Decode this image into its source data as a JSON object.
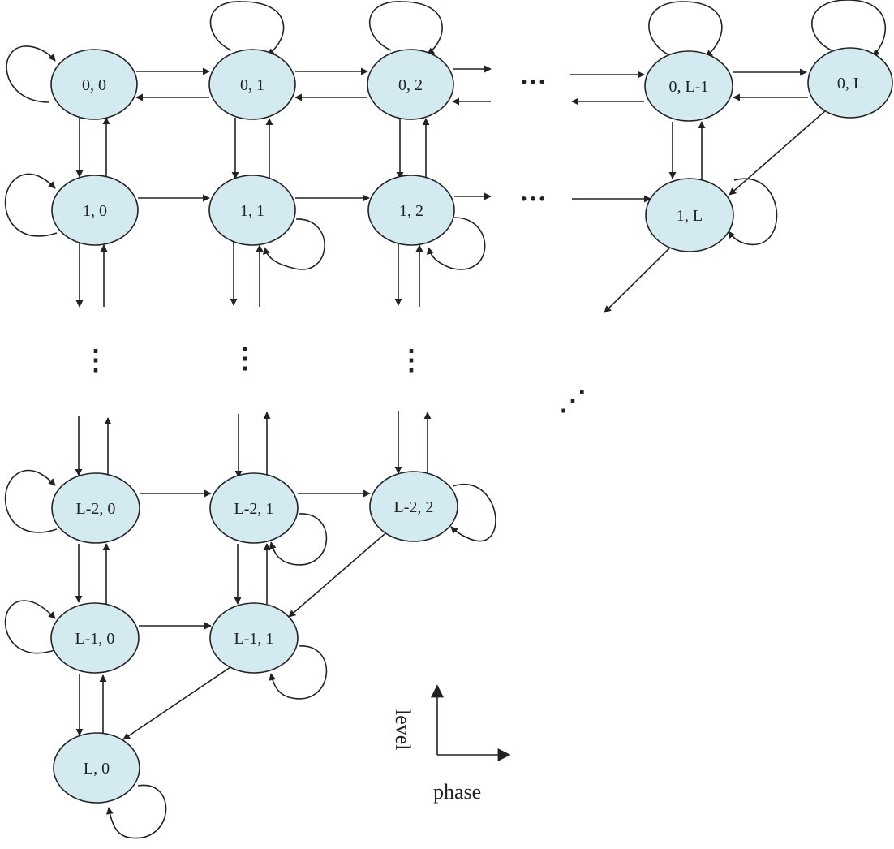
{
  "nodes": [
    {
      "id": "n00",
      "label": "0, 0"
    },
    {
      "id": "n01",
      "label": "0, 1"
    },
    {
      "id": "n02",
      "label": "0, 2"
    },
    {
      "id": "n0L1",
      "label": "0, L-1"
    },
    {
      "id": "n0L",
      "label": "0, L"
    },
    {
      "id": "n10",
      "label": "1, 0"
    },
    {
      "id": "n11",
      "label": "1, 1"
    },
    {
      "id": "n12",
      "label": "1, 2"
    },
    {
      "id": "n1L",
      "label": "1, L"
    },
    {
      "id": "nL20",
      "label": "L-2, 0"
    },
    {
      "id": "nL21",
      "label": "L-2, 1"
    },
    {
      "id": "nL22",
      "label": "L-2, 2"
    },
    {
      "id": "nL10",
      "label": "L-1, 0"
    },
    {
      "id": "nL11",
      "label": "L-1, 1"
    },
    {
      "id": "nL0",
      "label": "L,  0"
    }
  ],
  "axes": {
    "vertical_label": "level",
    "horizontal_label": "phase"
  },
  "ellipsis": {
    "horizontal": "···",
    "vertical": "⋮",
    "diagonal": "⋰"
  },
  "colors": {
    "node_fill": "#d3eaf0",
    "stroke": "#222222"
  }
}
